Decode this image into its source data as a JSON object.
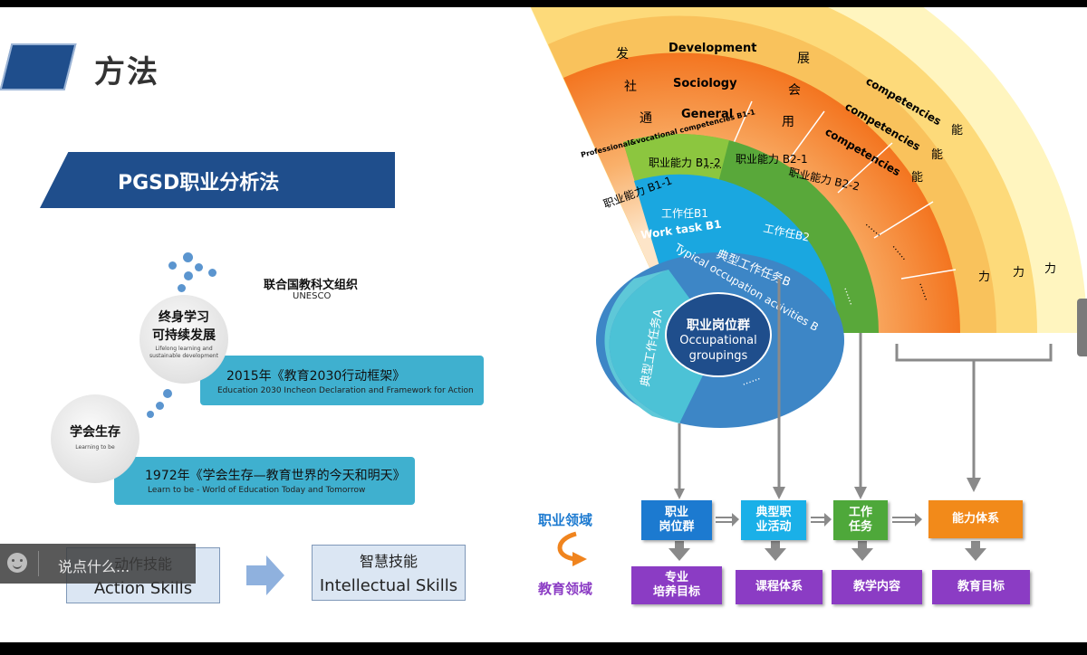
{
  "slide": {
    "title": "方法",
    "banner": "PGSD职业分析法"
  },
  "timeline": {
    "org_cn": "联合国教科文组织",
    "org_en": "UNESCO",
    "circle_top": {
      "cn_line1": "终身学习",
      "cn_line2": "可持续发展",
      "en_line1": "Lifelong learning and",
      "en_line2": "sustainable development"
    },
    "circle_bottom": {
      "cn": "学会生存",
      "en": "Learning to be"
    },
    "box_2015": {
      "cn": "2015年《教育2030行动框架》",
      "en": "Education 2030 Incheon Declaration and  Framework for Action"
    },
    "box_1972": {
      "cn": "1972年《学会生存—教育世界的今天和明天》",
      "en": "Learn to be - World of Education Today and Tomorrow"
    }
  },
  "skills": {
    "action": {
      "cn": "动作技能",
      "en": "Action Skills"
    },
    "intellectual": {
      "cn": "智慧技能",
      "en": "Intellectual Skills"
    }
  },
  "chat_overlay": {
    "placeholder": "说点什么..."
  },
  "fan": {
    "development": {
      "cn1": "发",
      "en": "Development",
      "cn2": "展",
      "comp": "competencies",
      "cn3": "能",
      "cn4": "力"
    },
    "sociology": {
      "cn1": "社",
      "en": "Sociology",
      "cn2": "会",
      "comp": "competencies",
      "cn3": "能",
      "cn4": "力"
    },
    "general": {
      "cn1": "通",
      "en": "General",
      "cn2": "用",
      "comp": "competencies",
      "cn3": "能",
      "cn4": "力"
    },
    "prof_label": "Professional&vocational competencies B1-1",
    "b1_1": "职业能力 B1-1",
    "b1_2": "职业能力 B1-2",
    "b2_1": "职业能力 B2-1",
    "b2_2": "职业能力 B2-2",
    "ellipsis": "......",
    "task_b1_cn": "工作任B1",
    "task_b1_en": "Work task B1",
    "task_b2": "工作任B2",
    "activity_b_cn": "典型工作任务B",
    "activity_b_en": "Typical occupation  activities B",
    "activity_a": "典型工作任务A",
    "center_cn": "职业岗位群",
    "center_en1": "Occupational",
    "center_en2": "groupings"
  },
  "flow": {
    "occupation_domain": "职业领域",
    "education_domain": "教育领域",
    "top_boxes": [
      {
        "line1": "职业",
        "line2": "岗位群"
      },
      {
        "line1": "典型职",
        "line2": "业活动"
      },
      {
        "line1": "工作",
        "line2": "任务"
      },
      {
        "line1": "能力体系",
        "line2": ""
      }
    ],
    "bottom_boxes": [
      {
        "line1": "专业",
        "line2": "培养目标"
      },
      {
        "line1": "课程体系",
        "line2": ""
      },
      {
        "line1": "教学内容",
        "line2": ""
      },
      {
        "line1": "教育目标",
        "line2": ""
      }
    ]
  },
  "colors": {
    "navy": "#1f4e8c",
    "teal": "#3fb0cf",
    "blue_box": "#1c7ad0",
    "cyan_box": "#1ab0e8",
    "green_box": "#4ea83a",
    "orange_box": "#f28a1a",
    "purple_box": "#8b3cc4"
  }
}
